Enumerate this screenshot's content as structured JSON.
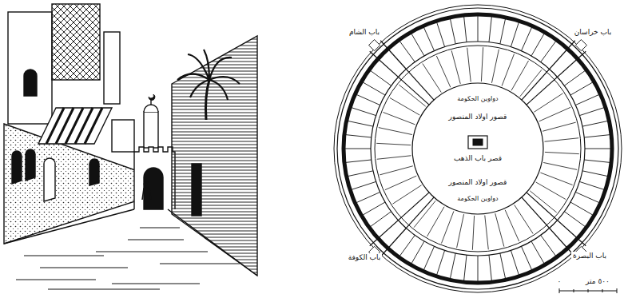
{
  "diagram": {
    "labels": [
      "قصور اولاد المنصور",
      "قصور اولاد المنصور",
      "دواوين الحكومة",
      "دواوين الحكومة",
      "قصر باب الذهب",
      "باب خراسان",
      "باب البصرة",
      "باب الكوفة",
      "باب الشام",
      "٥٠٠ متر",
      "٠"
    ]
  }
}
